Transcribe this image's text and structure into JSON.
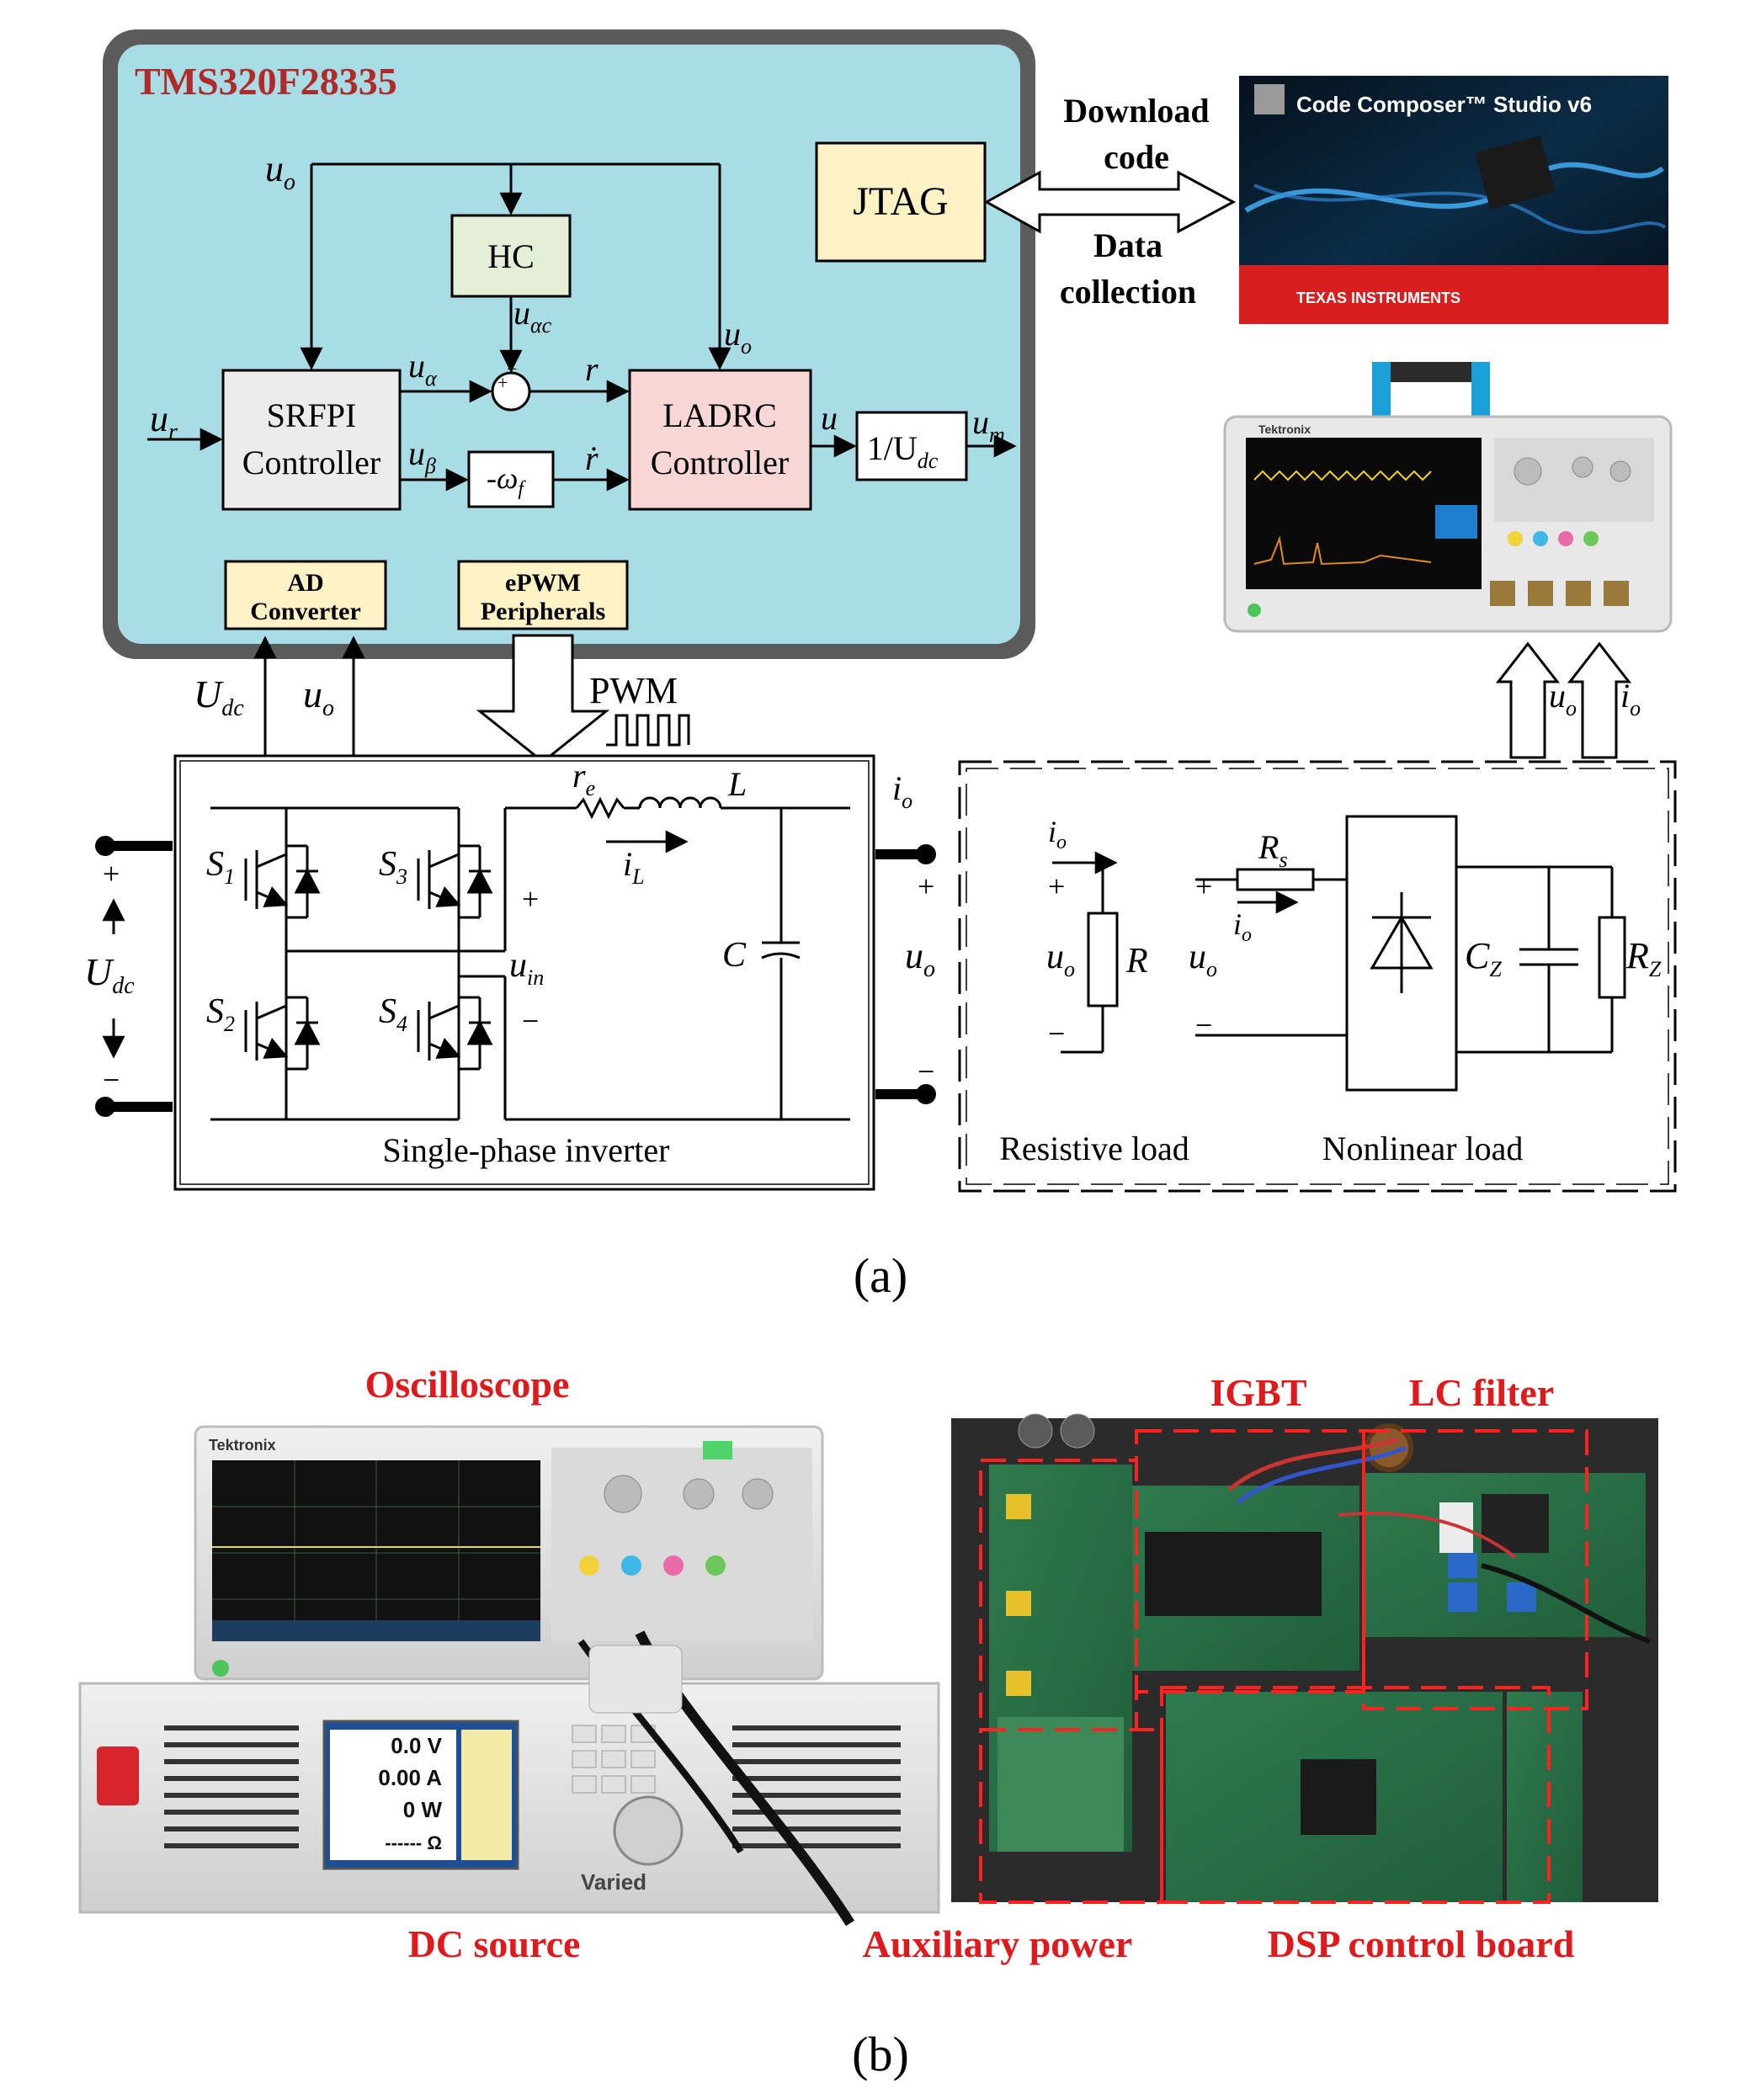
{
  "panel_a": {
    "chip_title": "TMS320F28335",
    "blocks": {
      "jtag": "JTAG",
      "hc": "HC",
      "srfpi_l1": "SRFPI",
      "srfpi_l2": "Controller",
      "ladrc_l1": "LADRC",
      "ladrc_l2": "Controller",
      "gain": "1/U",
      "gain_sub": "dc",
      "omega": "-ω",
      "omega_sub": "f",
      "ad_l1": "AD",
      "ad_l2": "Converter",
      "epwm_l1": "ePWM",
      "epwm_l2": "Peripherals"
    },
    "signals": {
      "uo_top": "u",
      "uo_sub": "o",
      "u_alpha_c": "u",
      "u_alpha_c_sub": "αc",
      "u_alpha": "u",
      "u_alpha_sub": "α",
      "u_beta": "u",
      "u_beta_sub": "β",
      "ur": "u",
      "ur_sub": "r",
      "r": "r",
      "r_dot": "ṙ",
      "u": "u",
      "um": "u",
      "um_sub": "m",
      "sum_plus": "+",
      "udc": "U",
      "udc_sub": "dc",
      "pwm": "PWM"
    },
    "download": {
      "l1": "Download",
      "l2": "code",
      "l3": "Data",
      "l4": "collection"
    },
    "ccs": {
      "title": "Code Composer™ Studio v6",
      "brand": "TEXAS INSTRUMENTS"
    },
    "scope_small": {
      "brand": "Tektronix"
    },
    "scope_signals": {
      "uo": "u",
      "uo_sub": "o",
      "io": "i",
      "io_sub": "o"
    },
    "inverter": {
      "caption": "Single-phase inverter",
      "s1": "S",
      "s1_sub": "1",
      "s2": "S",
      "s2_sub": "2",
      "s3": "S",
      "s3_sub": "3",
      "s4": "S",
      "s4_sub": "4",
      "re": "r",
      "re_sub": "e",
      "L": "L",
      "iL": "i",
      "iL_sub": "L",
      "C": "C",
      "uin": "u",
      "uin_sub": "in",
      "plus": "+",
      "minus": "−",
      "io": "i",
      "io_sub": "o",
      "uo": "u",
      "uo_sub": "o"
    },
    "loads": {
      "resistive_caption": "Resistive load",
      "nonlinear_caption": "Nonlinear load",
      "R": "R",
      "Rs": "R",
      "Rs_sub": "s",
      "Cz": "C",
      "Cz_sub": "Z",
      "Rz": "R",
      "Rz_sub": "Z",
      "io": "i",
      "io_sub": "o",
      "uo": "u",
      "uo_sub": "o"
    },
    "label": "(a)"
  },
  "panel_b": {
    "labels": {
      "oscilloscope": "Oscilloscope",
      "dc_source": "DC source",
      "igbt": "IGBT",
      "lc_filter": "LC filter",
      "aux_power": "Auxiliary power",
      "dsp_board": "DSP control board"
    },
    "scope_brand": "Tektronix",
    "psu_readout": [
      "0.0 V",
      "0.00 A",
      "0 W",
      "------ Ω"
    ],
    "psu_brand": "Varied",
    "label": "(b)"
  },
  "colors": {
    "chip_bg": "#a9dde6",
    "chip_frame": "#5b5b5b",
    "chip_title": "#b02a2a",
    "block_beige": "#fdf1c6",
    "block_green": "#e4efd8",
    "block_pink": "#f9d6d6",
    "block_gray": "#ececec",
    "red_label": "#e0191c"
  }
}
